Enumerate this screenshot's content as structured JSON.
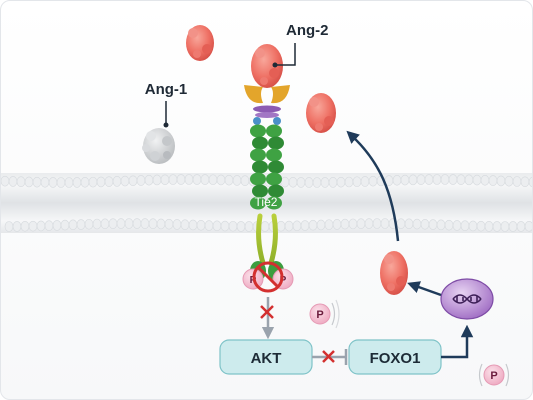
{
  "labels": {
    "ang1": "Ang-1",
    "ang2": "Ang-2",
    "tie2": "Tie2",
    "akt": "AKT",
    "foxo1": "FOXO1",
    "phospho": "P"
  },
  "icons": {
    "inhibit_mark": "red-x",
    "dna": "dna-icon",
    "block": "prohibition-sign"
  },
  "colors": {
    "ang2_protein": "#ef7468",
    "ang1_protein": "#c9cbcd",
    "pill_fill": "#cdebed",
    "pill_stroke": "#7fc3c8",
    "arrow": "#1f3b5a",
    "inhibit": "#d3302f",
    "phospho_fill": "#f4c6d6",
    "nucleus_fill": "#b58cd1"
  }
}
